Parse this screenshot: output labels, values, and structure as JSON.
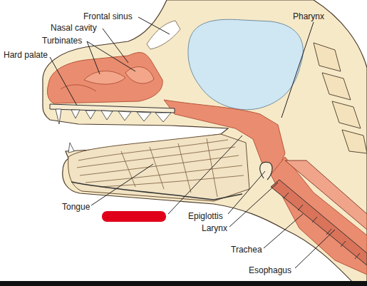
{
  "diagram": {
    "labels": [
      "Frontal sinus",
      "Nasal cavity",
      "Turbinates",
      "Hard palate",
      "Pharynx",
      "Tongue",
      "Epiglottis",
      "Larynx",
      "Trachea",
      "Esophagus"
    ]
  }
}
